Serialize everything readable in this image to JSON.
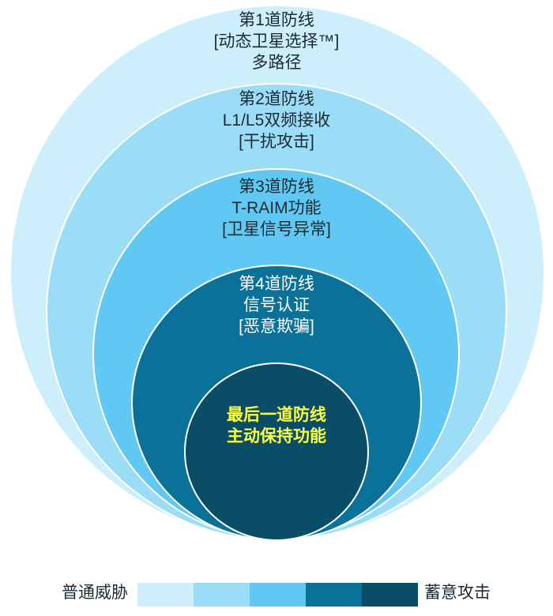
{
  "layers": [
    {
      "lines": [
        "第1道防线",
        "[动态卫星选择™]",
        "多路径"
      ],
      "color": "#cdeefb"
    },
    {
      "lines": [
        "第2道防线",
        "L1/L5双频接收",
        "[干扰攻击]"
      ],
      "color": "#9bdcf7"
    },
    {
      "lines": [
        "第3道防线",
        "T-RAIM功能",
        "[卫星信号异常]"
      ],
      "color": "#60c8f2"
    },
    {
      "lines": [
        "第4道防线",
        "信号认证",
        "[恶意欺骗]"
      ],
      "color": "#0b7198"
    },
    {
      "lines": [
        "最后一道防线",
        "主动保持功能"
      ],
      "color": "#0a4d66"
    }
  ],
  "legend": {
    "low_label": "普通威胁",
    "high_label": "蓄意攻击",
    "colors": [
      "#cdeefb",
      "#9bdcf7",
      "#60c8f2",
      "#0b7198",
      "#0a4d66"
    ]
  }
}
